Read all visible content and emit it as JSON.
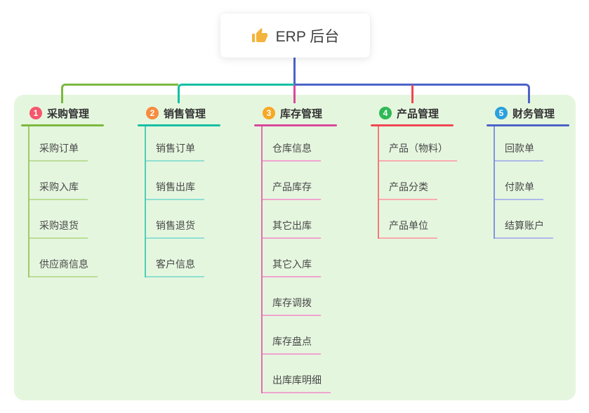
{
  "root": {
    "label": "ERP 后台",
    "icon": "thumbs-up-icon",
    "icon_color": "#f4b43b"
  },
  "panel_bg": "#e5f6df",
  "branches": [
    {
      "index": "1",
      "label": "采购管理",
      "badge_color": "#f5566b",
      "line_color": "#7cb93f",
      "trunk_color": "#9ccb6b",
      "leaf_line_color": "#bbde97",
      "children": [
        "采购订单",
        "采购入库",
        "采购退货",
        "供应商信息"
      ]
    },
    {
      "index": "2",
      "label": "销售管理",
      "badge_color": "#f68c3e",
      "line_color": "#16bfa3",
      "trunk_color": "#4fcdb4",
      "leaf_line_color": "#8fe0d0",
      "children": [
        "销售订单",
        "销售出库",
        "销售退货",
        "客户信息"
      ]
    },
    {
      "index": "3",
      "label": "库存管理",
      "badge_color": "#f7a825",
      "line_color": "#d8499e",
      "trunk_color": "#e36fb0",
      "leaf_line_color": "#f0a4ce",
      "children": [
        "仓库信息",
        "产品库存",
        "其它出库",
        "其它入库",
        "库存调拨",
        "库存盘点",
        "出库库明细"
      ]
    },
    {
      "index": "4",
      "label": "产品管理",
      "badge_color": "#2fb956",
      "line_color": "#f04752",
      "trunk_color": "#f4787f",
      "leaf_line_color": "#f9abae",
      "children": [
        "产品（物料）",
        "产品分类",
        "产品单位"
      ]
    },
    {
      "index": "5",
      "label": "财务管理",
      "badge_color": "#2ba0da",
      "line_color": "#4d63c8",
      "trunk_color": "#8494da",
      "leaf_line_color": "#aeb9e8",
      "children": [
        "回款单",
        "付款单",
        "结算账户"
      ]
    }
  ]
}
